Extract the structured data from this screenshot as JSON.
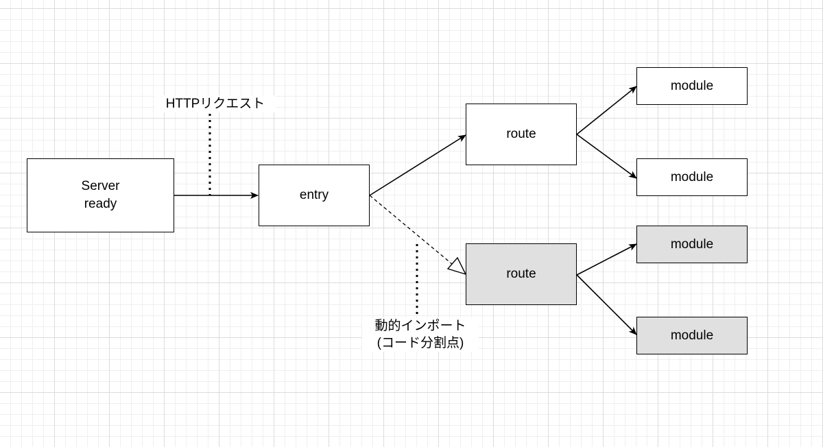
{
  "nodes": {
    "server": {
      "text": "Server\nready"
    },
    "entry": {
      "text": "entry"
    },
    "route_top": {
      "text": "route"
    },
    "route_bottom": {
      "text": "route"
    },
    "module_1": {
      "text": "module"
    },
    "module_2": {
      "text": "module"
    },
    "module_3": {
      "text": "module"
    },
    "module_4": {
      "text": "module"
    }
  },
  "labels": {
    "http_request": "HTTPリクエスト",
    "dynamic_import": "動的インポート\n(コード分割点)"
  },
  "colors": {
    "stroke": "#000000",
    "shaded_fill": "#e0e0e0",
    "grid_major": "#dcdcdc",
    "grid_minor": "#efefef"
  }
}
